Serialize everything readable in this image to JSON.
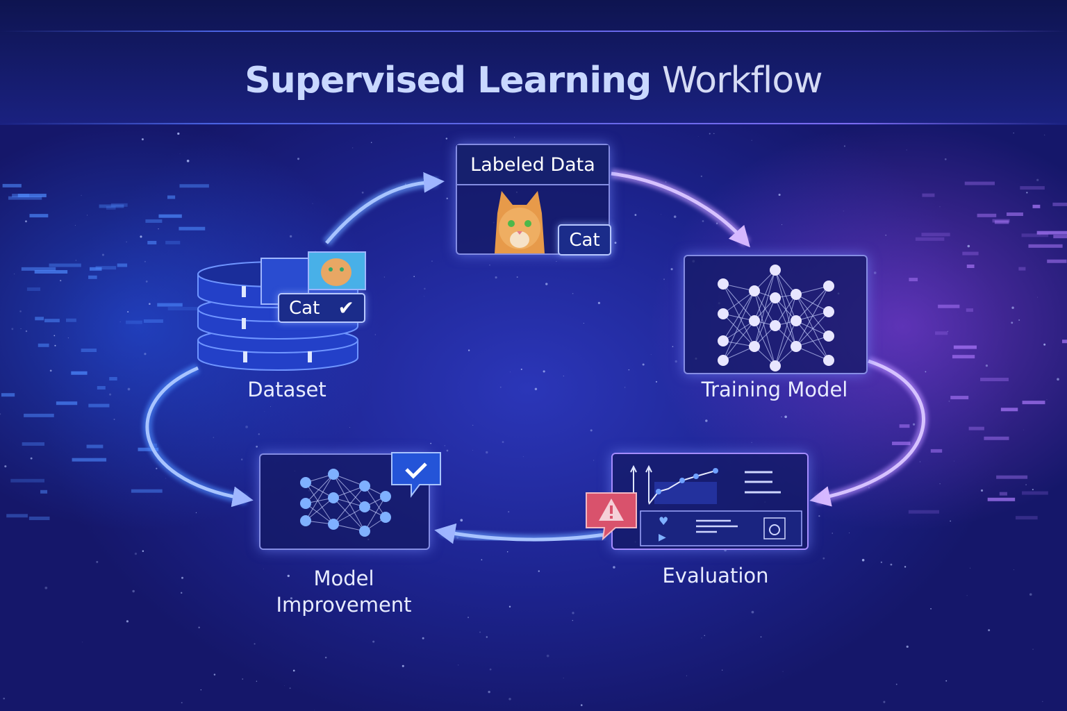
{
  "title": {
    "bold": "Supervised Learning",
    "light": "Workflow"
  },
  "steps": {
    "labeled_data": {
      "header": "Labeled Data",
      "tag": "Cat"
    },
    "dataset": {
      "label": "Dataset",
      "tag": "Cat"
    },
    "training_model": {
      "label": "Training Model"
    },
    "evaluation": {
      "label": "Evaluation"
    },
    "model_improvement": {
      "label_line1": "Model",
      "label_line2": "Improvement"
    }
  },
  "icons": [
    "cat-image-icon",
    "database-icon",
    "check-icon",
    "neural-network-icon",
    "line-chart-icon",
    "warning-icon"
  ],
  "colors": {
    "background": "#1d2490",
    "accent_blue": "#4f8cff",
    "accent_purple": "#a070f0",
    "warning": "#e0506a"
  }
}
